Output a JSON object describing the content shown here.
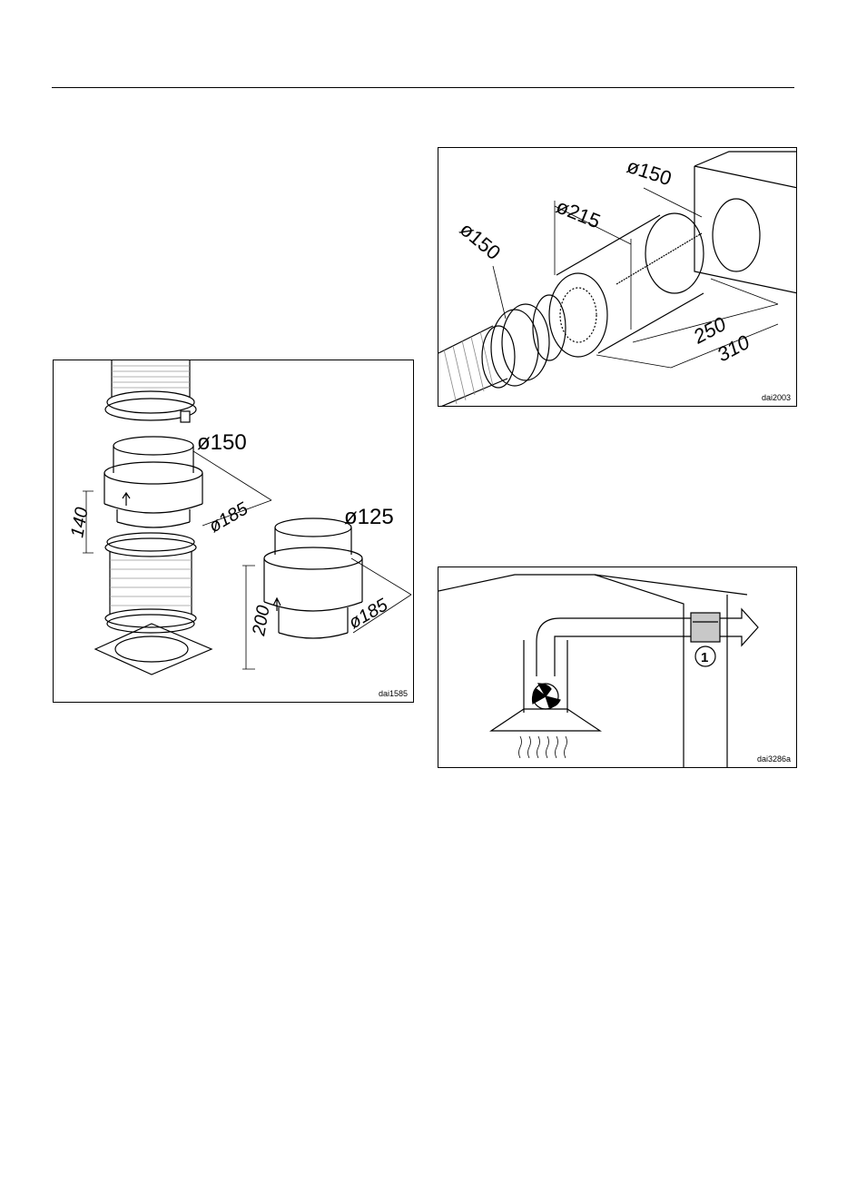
{
  "figure1": {
    "ref": "dai1585",
    "labels": {
      "diameter_top": "ø150",
      "diameter_right": "ø125",
      "width_a": "ø185",
      "width_b": "ø185",
      "height_a": "140",
      "height_b": "200"
    }
  },
  "figure2": {
    "ref": "dai2003",
    "labels": {
      "diameter_left": "ø150",
      "diameter_mid": "ø215",
      "diameter_right": "ø150",
      "length_a": "250",
      "length_b": "310"
    }
  },
  "figure3": {
    "ref": "dai3286a",
    "labels": {
      "callout": "1"
    }
  }
}
